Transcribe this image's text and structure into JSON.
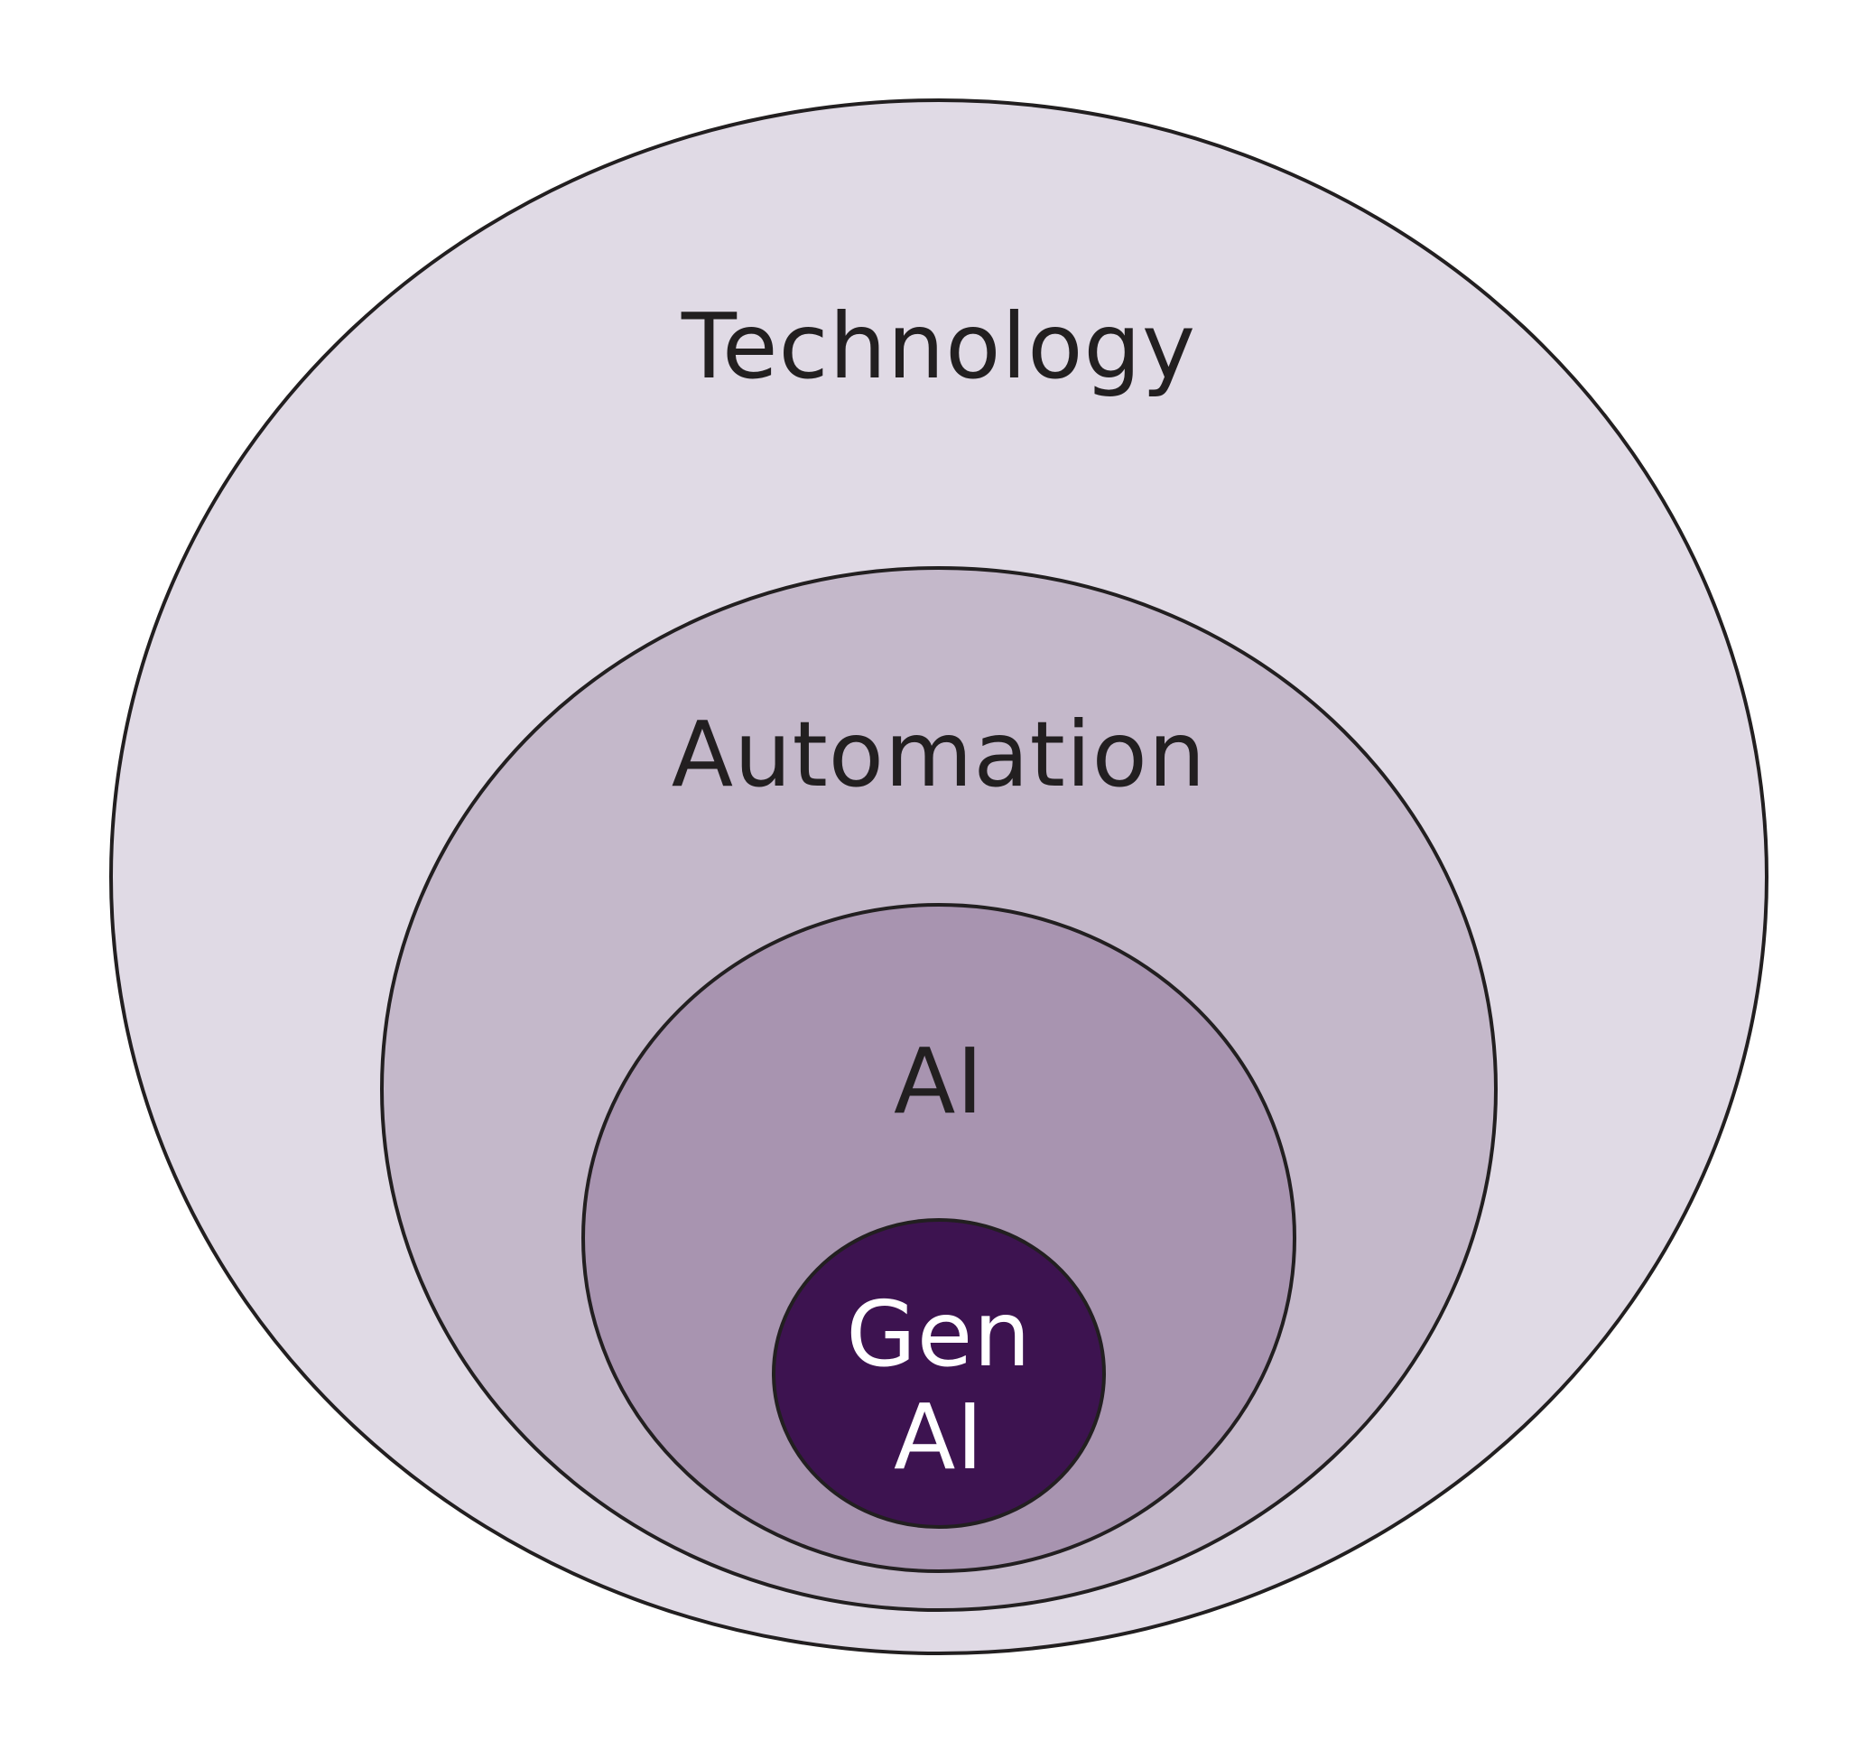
{
  "diagram": {
    "type": "nested-ellipses",
    "levels": [
      {
        "id": "technology",
        "label_lines": [
          "Technology"
        ],
        "fill": "#e0dae5",
        "text_color": "#221f20"
      },
      {
        "id": "automation",
        "label_lines": [
          "Automation"
        ],
        "fill": "#c4b8ca",
        "text_color": "#221f20"
      },
      {
        "id": "ai",
        "label_lines": [
          "AI"
        ],
        "fill": "#a894b0",
        "text_color": "#221f20"
      },
      {
        "id": "gen-ai",
        "label_lines": [
          "Gen",
          "AI"
        ],
        "fill": "#3d1350",
        "text_color": "#ffffff"
      }
    ],
    "stroke_color": "#221f20"
  }
}
